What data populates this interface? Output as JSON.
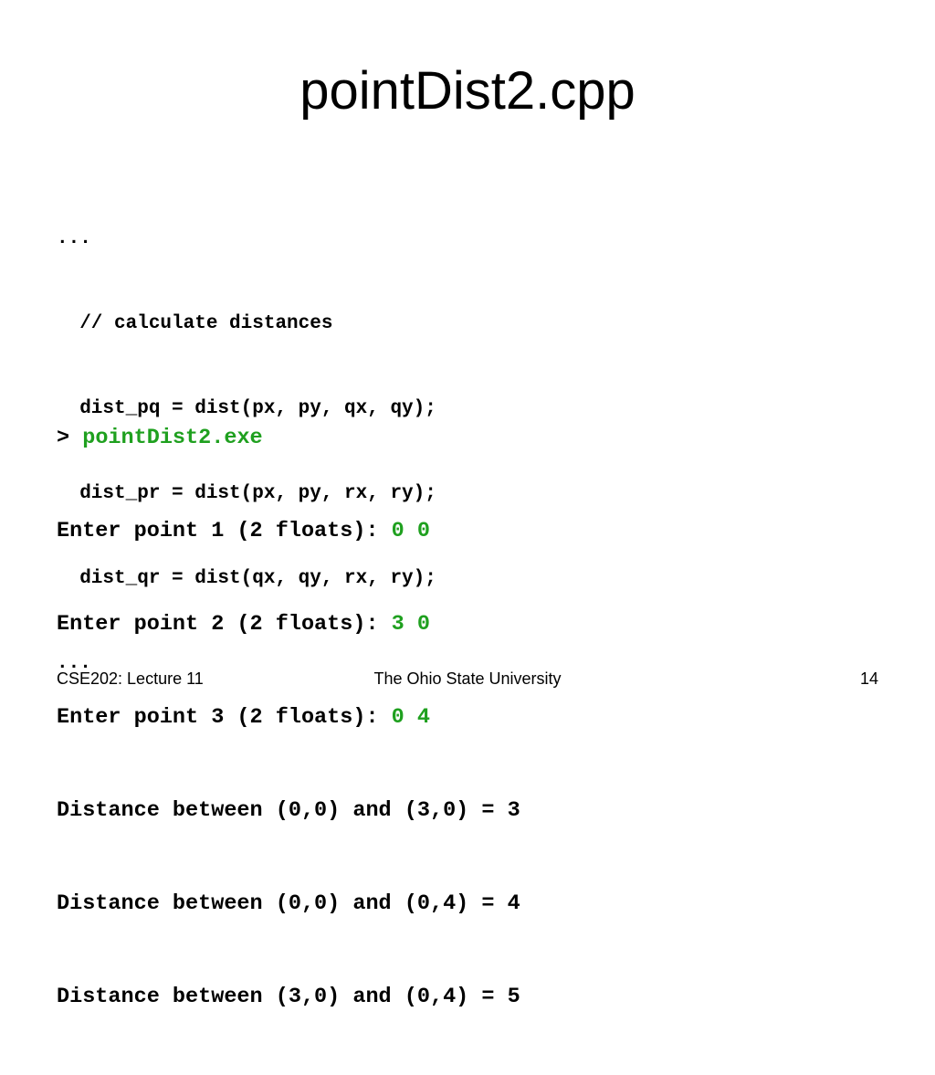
{
  "slide": {
    "title": "pointDist2.cpp",
    "code_lines": [
      "...",
      "  // calculate distances",
      "  dist_pq = dist(px, py, qx, qy);",
      "  dist_pr = dist(px, py, rx, ry);",
      "  dist_qr = dist(qx, qy, rx, ry);",
      "..."
    ],
    "terminal": {
      "prompt": "> ",
      "command": "pointDist2.exe",
      "inputs": [
        {
          "label": "Enter point 1 (2 floats): ",
          "value": "0 0"
        },
        {
          "label": "Enter point 2 (2 floats): ",
          "value": "3 0"
        },
        {
          "label": "Enter point 3 (2 floats): ",
          "value": "0 4"
        }
      ],
      "outputs": [
        "Distance between (0,0) and (3,0) = 3",
        "Distance between (0,0) and (0,4) = 4",
        "Distance between (3,0) and (0,4) = 5"
      ]
    },
    "footer": {
      "left": "CSE202: Lecture 11",
      "center": "The Ohio State University",
      "right": "14"
    },
    "colors": {
      "input_text": "#1fa01f",
      "text": "#000000",
      "background": "#ffffff"
    }
  }
}
